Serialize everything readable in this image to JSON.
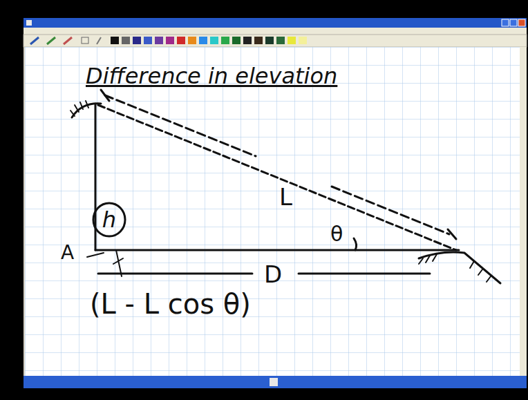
{
  "diagram": {
    "title": "Difference in elevation",
    "nodes": [
      {
        "text": [
          "h"
        ]
      }
    ],
    "labels": [
      "L",
      "θ",
      "A",
      "D",
      "(L - L cos θ)"
    ]
  }
}
